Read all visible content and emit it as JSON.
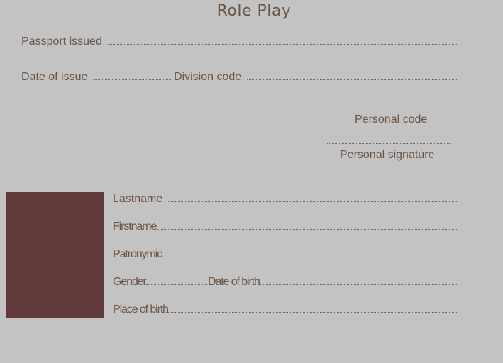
{
  "title": "Role Play",
  "top_section": {
    "passport_issued_label": "Passport issued",
    "date_of_issue_label": "Date of issue",
    "division_code_label": "Division code",
    "personal_code_label": "Personal code",
    "personal_signature_label": "Personal signature"
  },
  "bottom_section": {
    "lastname_label": "Lastname",
    "firstname_label": "Firstname",
    "patronymic_label": "Patronymic",
    "gender_label": "Gender",
    "date_of_birth_label": "Date of birth",
    "place_of_birth_label": "Place of birth"
  },
  "colors": {
    "background": "#c3c3c3",
    "text": "#6b5546",
    "divider": "#b5424a",
    "photo": "#633a3b"
  }
}
